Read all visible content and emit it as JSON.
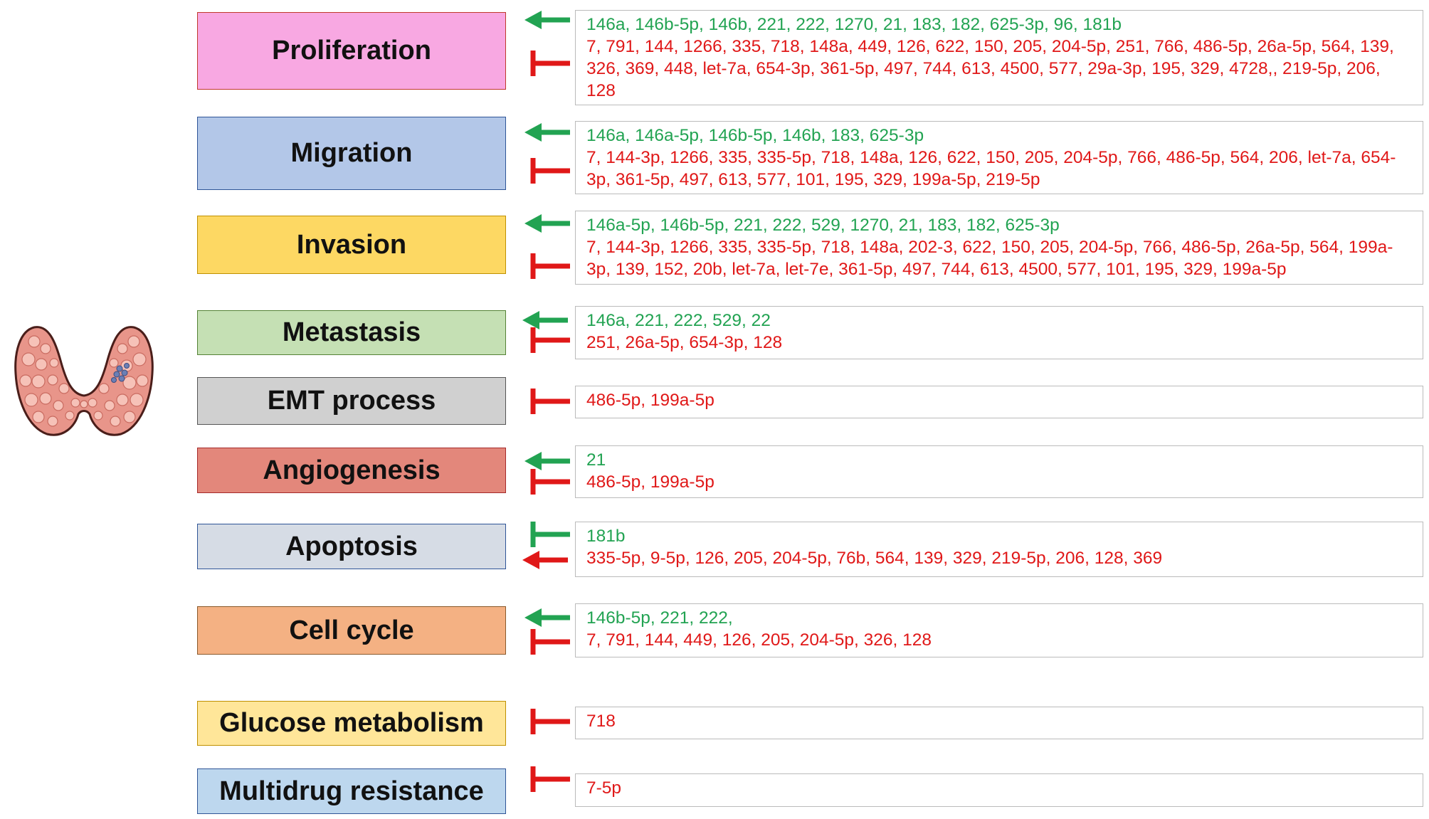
{
  "colors": {
    "promote": "#22a352",
    "inhibit": "#e01818",
    "gland_fill": "#e8958a",
    "gland_outline": "#b0483e"
  },
  "thyroid_icon": "thyroid-gland-icon",
  "processes": [
    {
      "label": "Proliferation",
      "fill": "#f8a8e2",
      "border": "#c0392b",
      "upregulating": "146a, 146b-5p, 146b, 221, 222, 1270, 21, 183, 182, 625-3p, 96, 181b",
      "downregulating": "7, 791, 144, 1266, 335, 718, 148a, 449, 126, 622, 150, 205, 204-5p, 251, 766, 486-5p, 26a-5p, 564, 139, 326, 369, 448, let-7a, 654-3p, 361-5p, 497, 744, 613, 4500, 577, 29a-3p, 195, 329, 4728,, 219-5p, 206, 128",
      "symbols": [
        "arrow-green",
        "tbar-red"
      ]
    },
    {
      "label": "Migration",
      "fill": "#b3c7e8",
      "border": "#2f5597",
      "upregulating": "146a, 146a-5p, 146b-5p, 146b, 183, 625-3p",
      "downregulating": "7, 144-3p, 1266, 335, 335-5p, 718, 148a, 126, 622, 150, 205, 204-5p, 766, 486-5p, 564, 206, let-7a, 654-3p, 361-5p, 497, 613, 577, 101, 195, 329, 199a-5p, 219-5p",
      "symbols": [
        "arrow-green",
        "tbar-red"
      ]
    },
    {
      "label": "Invasion",
      "fill": "#fdd863",
      "border": "#bf9000",
      "upregulating": "146a-5p, 146b-5p, 221, 222, 529, 1270, 21, 183, 182, 625-3p",
      "downregulating": "7, 144-3p, 1266, 335, 335-5p, 718, 148a, 202-3, 622, 150, 205, 204-5p, 766, 486-5p, 26a-5p, 564, 199a-3p, 139, 152, 20b, let-7a, let-7e, 361-5p, 497, 744, 613, 4500, 577, 101, 195, 329, 199a-5p",
      "symbols": [
        "arrow-green",
        "tbar-red"
      ]
    },
    {
      "label": "Metastasis",
      "fill": "#c5e0b4",
      "border": "#548235",
      "upregulating": "146a, 221, 222, 529, 22",
      "downregulating": "251, 26a-5p, 654-3p, 128",
      "symbols": [
        "arrow-green",
        "tbar-red"
      ]
    },
    {
      "label": "EMT process",
      "fill": "#d0d0d0",
      "border": "#555555",
      "upregulating": "",
      "downregulating": "486-5p, 199a-5p",
      "symbols": [
        "tbar-red"
      ]
    },
    {
      "label": "Angiogenesis",
      "fill": "#e3877b",
      "border": "#a52a2a",
      "upregulating": "21",
      "downregulating": "486-5p, 199a-5p",
      "symbols": [
        "arrow-green",
        "tbar-red"
      ]
    },
    {
      "label": "Apoptosis",
      "fill": "#d6dce5",
      "border": "#2f5597",
      "upregulating": "181b",
      "downregulating": "335-5p, 9-5p, 126, 205, 204-5p, 76b, 564, 139, 329, 219-5p, 206, 128, 369",
      "symbols": [
        "tbar-green",
        "arrow-red"
      ]
    },
    {
      "label": "Cell cycle",
      "fill": "#f4b183",
      "border": "#8a5a2b",
      "upregulating": "146b-5p, 221, 222,",
      "downregulating": "7, 791, 144, 449, 126, 205, 204-5p, 326, 128",
      "symbols": [
        "arrow-green",
        "tbar-red"
      ]
    },
    {
      "label": "Glucose metabolism",
      "fill": "#ffe699",
      "border": "#bf9000",
      "upregulating": "",
      "downregulating": "718",
      "symbols": [
        "tbar-red"
      ]
    },
    {
      "label": "Multidrug resistance",
      "fill": "#bdd7ee",
      "border": "#2f5597",
      "upregulating": "",
      "downregulating": "7-5p",
      "symbols": [
        "tbar-red"
      ]
    }
  ]
}
